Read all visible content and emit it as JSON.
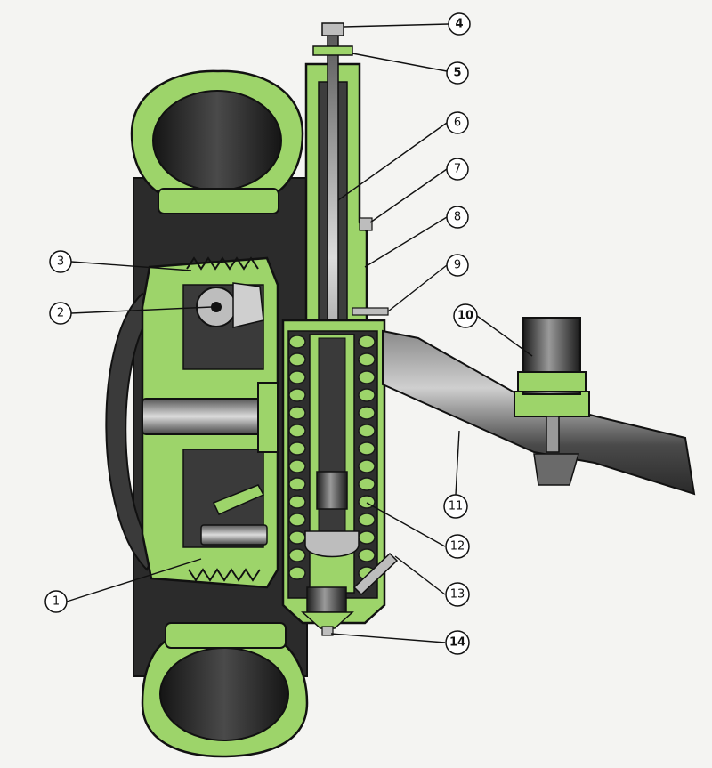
{
  "figure": {
    "subject": "sectional-view-wheel-hub-suspension-strut",
    "colors": {
      "background": "#f4f4f2",
      "section": "#9dd46a",
      "section_dark": "#7fb852",
      "metal_dark": "#2a2a2a",
      "metal_mid": "#5a5a5a",
      "metal_light": "#a9a9a9",
      "outline": "#1a1a1a",
      "leader": "#111111"
    }
  },
  "callouts": [
    {
      "id": "1",
      "label": "1"
    },
    {
      "id": "2",
      "label": "2"
    },
    {
      "id": "3",
      "label": "3"
    },
    {
      "id": "4",
      "label": "4"
    },
    {
      "id": "5",
      "label": "5"
    },
    {
      "id": "6",
      "label": "6"
    },
    {
      "id": "7",
      "label": "7"
    },
    {
      "id": "8",
      "label": "8"
    },
    {
      "id": "9",
      "label": "9"
    },
    {
      "id": "10",
      "label": "10"
    },
    {
      "id": "11",
      "label": "11"
    },
    {
      "id": "12",
      "label": "12"
    },
    {
      "id": "13",
      "label": "13"
    },
    {
      "id": "14",
      "label": "14"
    }
  ]
}
